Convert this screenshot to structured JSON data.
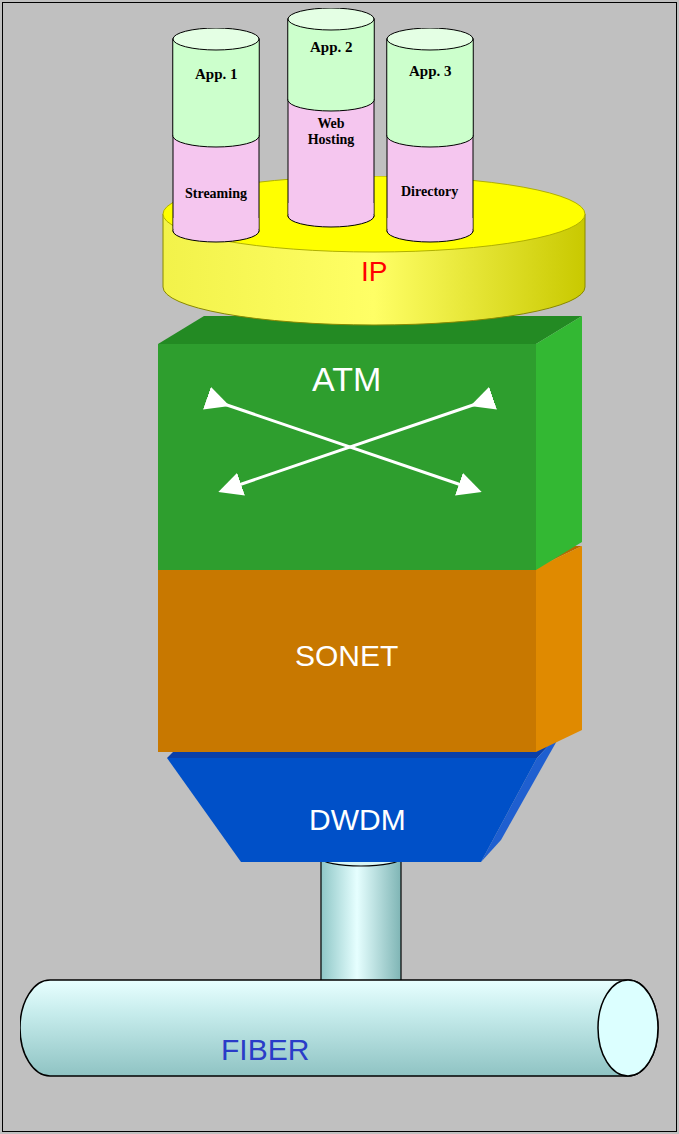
{
  "diagram": {
    "nodes": [
      {
        "text": [
          "App. 1",
          "Streaming"
        ]
      },
      {
        "text": [
          "App. 2",
          "Web Hosting"
        ]
      },
      {
        "text": [
          "App. 3",
          "Directory"
        ]
      },
      {
        "text": [
          "IP"
        ]
      },
      {
        "text": [
          "ATM"
        ]
      },
      {
        "text": [
          "SONET"
        ]
      },
      {
        "text": [
          "DWDM"
        ]
      },
      {
        "text": [
          "FIBER"
        ]
      }
    ],
    "edges": [
      {
        "from": 6,
        "to": 7,
        "arrow": "none"
      }
    ]
  }
}
